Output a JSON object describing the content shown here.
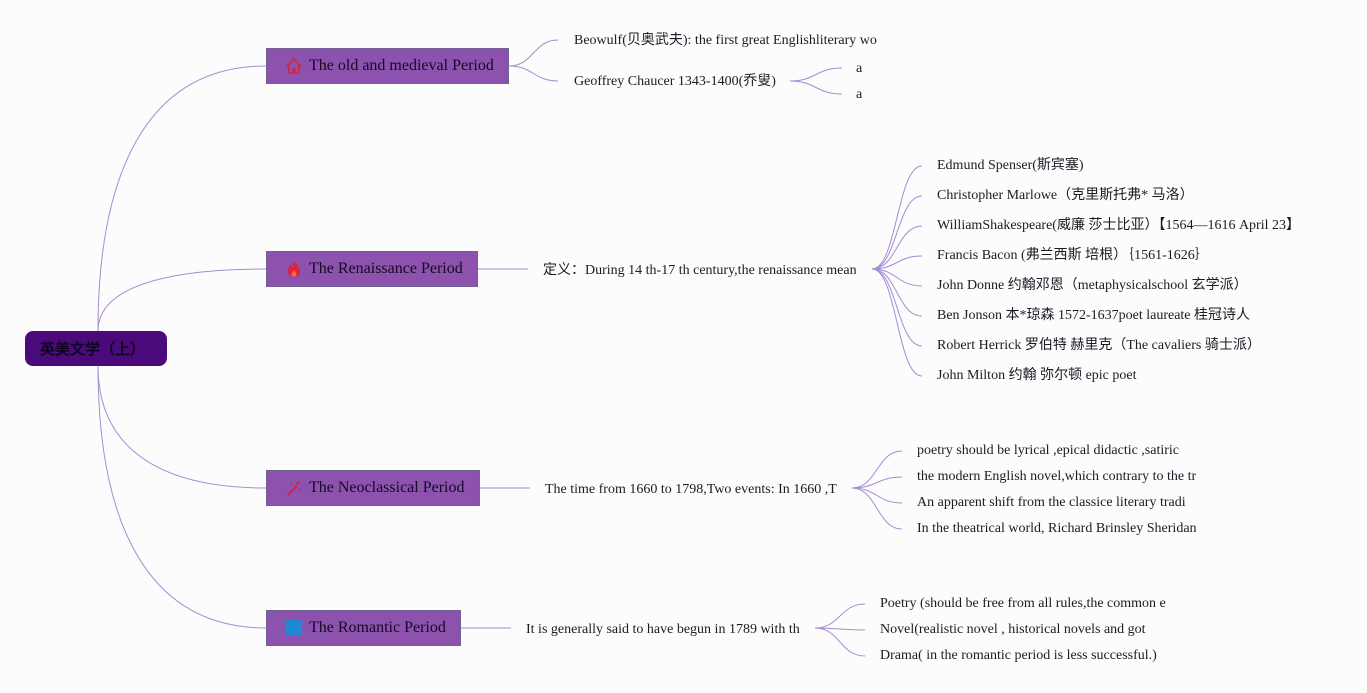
{
  "colors": {
    "root_bg": "#4b0a7a",
    "topic_bg": "#8c52ae",
    "line": "#a58cd0"
  },
  "root": {
    "label": "英美文学（上）"
  },
  "topics": [
    {
      "label": "The old and medieval Period",
      "icon": "house-icon",
      "children": [
        {
          "label": "Beowulf(贝奥武夫): the first great Englishliterary wo"
        },
        {
          "label": "Geoffrey Chaucer 1343-1400(乔叟)",
          "children": [
            "a",
            "a"
          ]
        }
      ]
    },
    {
      "label": "The Renaissance Period",
      "icon": "flame-icon",
      "children": [
        {
          "label": "定义：During 14 th-17 th century,the renaissance mean",
          "children": [
            "Edmund Spenser(斯宾塞)",
            "Christopher Marlowe（克里斯托弗* 马洛）",
            "WilliamShakespeare(威廉 莎士比亚）【1564—1616 April 23】",
            "Francis Bacon (弗兰西斯 培根）｛1561-1626｝",
            "John Donne 约翰邓恩（metaphysicalschool 玄学派）",
            "Ben Jonson 本*琼森 1572-1637poet laureate 桂冠诗人",
            "Robert Herrick 罗伯特 赫里克（The cavaliers 骑士派）",
            "John Milton 约翰 弥尔顿 epic poet"
          ]
        }
      ]
    },
    {
      "label": "The Neoclassical Period",
      "icon": "magic-wand-icon",
      "children": [
        {
          "label": "The time from 1660 to 1798,Two events: In 1660 ,T",
          "children": [
            "poetry should be lyrical ,epical didactic ,satiric",
            "the modern English novel,which contrary to the tr",
            "An apparent shift from the classice literary tradi",
            "In the theatrical world, Richard Brinsley Sheridan"
          ]
        }
      ]
    },
    {
      "label": "The Romantic Period",
      "icon": "blue-square-icon",
      "children": [
        {
          "label": "It is generally said to have begun in 1789 with th",
          "children": [
            "Poetry (should be free from all rules,the common e",
            "Novel(realistic novel , historical novels and got",
            "Drama( in the romantic period is less successful.)"
          ]
        }
      ]
    }
  ]
}
